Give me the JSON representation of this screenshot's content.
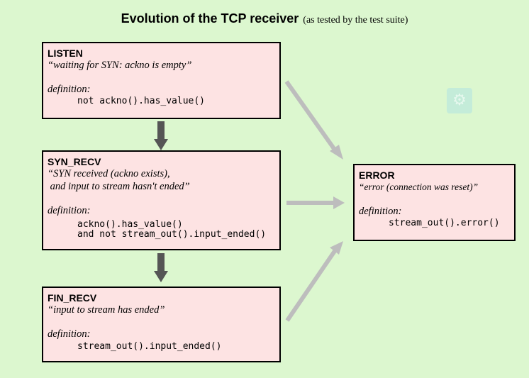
{
  "title": {
    "main": "Evolution of the TCP receiver",
    "sub": "(as tested by the test suite)"
  },
  "states": {
    "listen": {
      "name": "LISTEN",
      "description": "“waiting for SYN: ackno is empty”",
      "definition_label": "definition:",
      "code": "not ackno().has_value()"
    },
    "syn_recv": {
      "name": "SYN_RECV",
      "description": "“SYN received (ackno exists),\n and input to stream hasn't ended”",
      "definition_label": "definition:",
      "code": "ackno().has_value()\nand not stream_out().input_ended()"
    },
    "fin_recv": {
      "name": "FIN_RECV",
      "description": "“input to stream has ended”",
      "definition_label": "definition:",
      "code": "stream_out().input_ended()"
    },
    "error": {
      "name": "ERROR",
      "description": "“error (connection was reset)”",
      "definition_label": "definition:",
      "code": "stream_out().error()"
    }
  },
  "colors": {
    "background": "#dcf7cf",
    "box_fill": "#fde3e3",
    "vertical_arrow": "#555555",
    "error_arrow": "#bdbdbd"
  },
  "watermark_icon": "robot-icon"
}
